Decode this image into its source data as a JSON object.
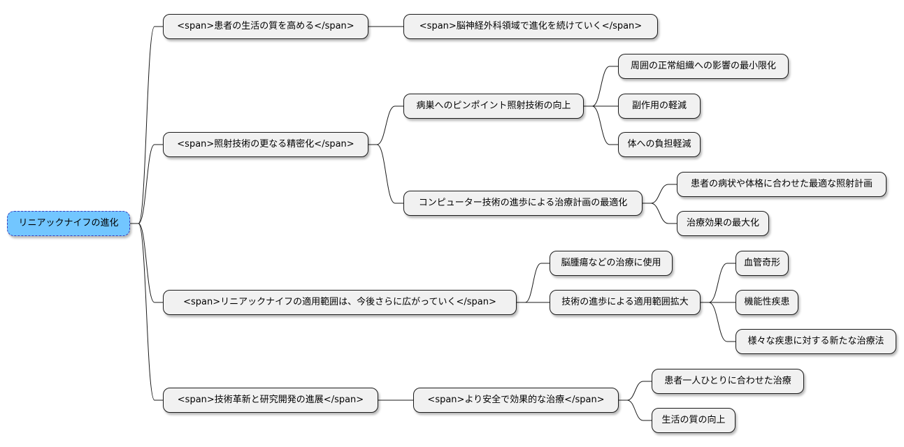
{
  "root": {
    "label": "リニアックナイフの進化",
    "fill": "#72c6ff",
    "border": "#3a3fbd",
    "children": [
      {
        "label": "<span>患者の生活の質を高める</span>",
        "children": [
          {
            "label": "<span>脳神経外科領域で進化を続けていく</span>",
            "children": []
          }
        ]
      },
      {
        "label": "<span>照射技術の更なる精密化</span>",
        "children": [
          {
            "label": "病巣へのピンポイント照射技術の向上",
            "children": [
              {
                "label": "周囲の正常組織への影響の最小限化",
                "children": []
              },
              {
                "label": "副作用の軽減",
                "children": []
              },
              {
                "label": "体への負担軽減",
                "children": []
              }
            ]
          },
          {
            "label": "コンピューター技術の進歩による治療計画の最適化",
            "children": [
              {
                "label": "患者の病状や体格に合わせた最適な照射計画",
                "children": []
              },
              {
                "label": "治療効果の最大化",
                "children": []
              }
            ]
          }
        ]
      },
      {
        "label": "<span>リニアックナイフの適用範囲は、今後さらに広がっていく</span>",
        "children": [
          {
            "label": "脳腫瘍などの治療に使用",
            "children": []
          },
          {
            "label": "技術の進歩による適用範囲拡大",
            "children": [
              {
                "label": "血管奇形",
                "children": []
              },
              {
                "label": "機能性疾患",
                "children": []
              },
              {
                "label": "様々な疾患に対する新たな治療法",
                "children": []
              }
            ]
          }
        ]
      },
      {
        "label": "<span>技術革新と研究開発の進展</span>",
        "children": [
          {
            "label": "<span>より安全で効果的な治療</span>",
            "children": [
              {
                "label": "患者一人ひとりに合わせた治療",
                "children": []
              },
              {
                "label": "生活の質の向上",
                "children": []
              }
            ]
          }
        ]
      }
    ]
  }
}
